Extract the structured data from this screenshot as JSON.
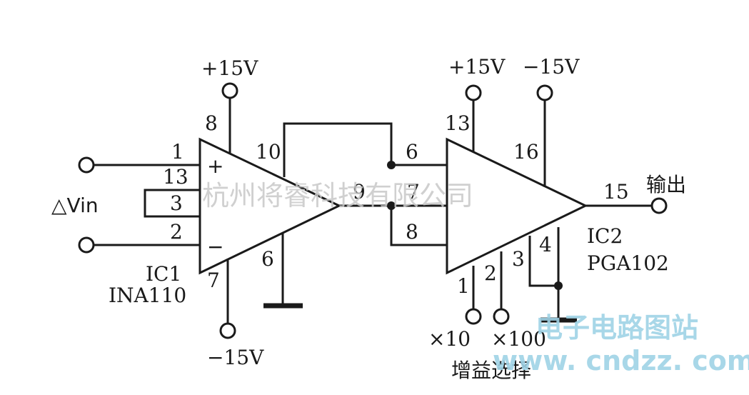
{
  "ic1": {
    "ref": "IC1",
    "part": "INA110",
    "supply_pos": "+15V",
    "supply_neg": "−15V",
    "pins": {
      "p1": "1",
      "p13": "13",
      "p3": "3",
      "p2": "2",
      "p8": "8",
      "p7": "7",
      "p10": "10",
      "p6": "6",
      "p9": "9"
    },
    "plus_sign": "+",
    "minus_sign": "−"
  },
  "input_label": "△Vin",
  "ic2": {
    "ref": "IC2",
    "part": "PGA102",
    "supply_pos": "+15V",
    "supply_neg": "−15V",
    "pins": {
      "p6": "6",
      "p7": "7",
      "p8": "8",
      "p13": "13",
      "p16": "16",
      "p15": "15",
      "p1": "1",
      "p2": "2",
      "p3": "3",
      "p4": "4"
    }
  },
  "output_label": "输出",
  "gain": {
    "x10": "×10",
    "x100": "×100",
    "select_label": "增益选择"
  },
  "watermarks": {
    "company": "杭州将睿科技有限公司",
    "site_cn": "电子电路图站",
    "site_url": "www. cndzz. com"
  }
}
